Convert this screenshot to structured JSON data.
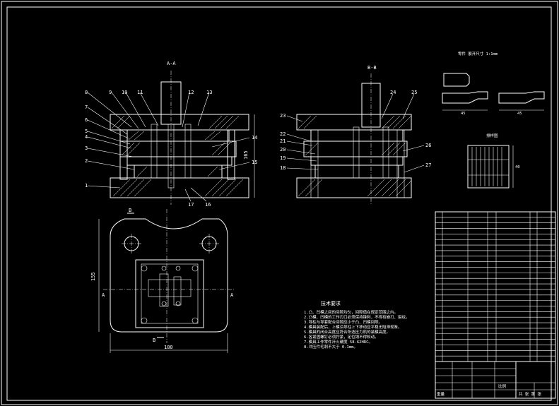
{
  "views": {
    "section_aa_label": "A-A",
    "section_bb_label": "B-B",
    "detail_label": "零件 展开尺寸 1:1mm",
    "strip_label": "排样图",
    "tech_title": "技术要求"
  },
  "part_numbers_left": [
    "8",
    "9",
    "10",
    "11",
    "12",
    "13",
    "7",
    "6",
    "5",
    "4",
    "3",
    "2",
    "1",
    "14",
    "15",
    "17",
    "16"
  ],
  "part_numbers_right": [
    "23",
    "24",
    "25",
    "22",
    "21",
    "20",
    "19",
    "18",
    "26",
    "27"
  ],
  "dimensions": {
    "overall_width": "180",
    "overall_height": "155",
    "die_height": "165",
    "detail_width_1": "45",
    "detail_width_2": "45",
    "strip_dim": "40"
  },
  "section_marks": [
    "B",
    "B",
    "A",
    "A"
  ],
  "tech_notes": [
    "1.凸、凹模之间的间隙均匀，间隙值在规定范围之内。",
    "2.凸模、凹模的工作刃口必须保持锋利，不得有崩刃、裂纹。",
    "3.导柱与导套配合间隙应小于凸、凹模间隙。",
    "4.模具装配后，上模沿导柱上下移动应平稳无阻滞现象。",
    "5.模具的闭合高度应符合所选压力机的装模高度。",
    "6.各紧固螺钉必须拧紧，定位销不得松动。",
    "7.模具工作零件淬火硬度 58-62HRC。",
    "8.冲压件毛刺不大于 0.1mm。"
  ],
  "bom_rows": 27,
  "title_block": {
    "scale_label": "比例",
    "sheet_label": "共 张 第 张",
    "weight_label": "重量"
  }
}
